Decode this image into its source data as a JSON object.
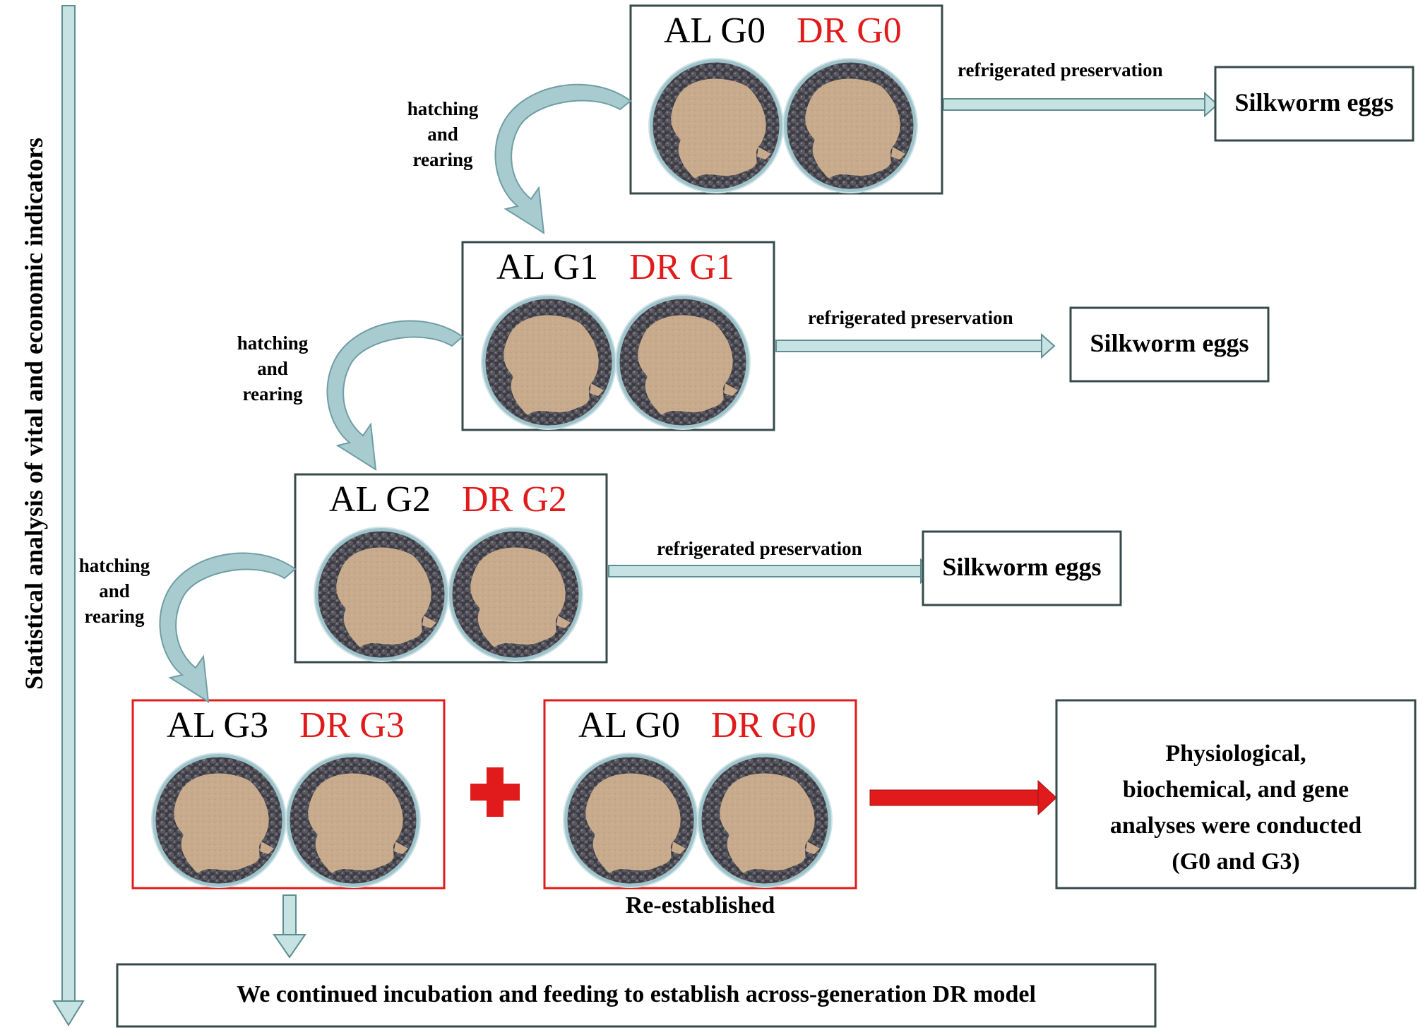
{
  "side_label": "Statistical analysis of vital and economic indicators",
  "colors": {
    "arrow_fill": "#c6e2e3",
    "arrow_stroke": "#5f8e92",
    "curved_arrow_fill": "#a8cbd0",
    "red_accent": "#e11b1b",
    "box_border": "#374a4a",
    "dish_sand": "#c5a889",
    "egg_dark": "#4a4950"
  },
  "generations": [
    {
      "al": "AL G0",
      "dr": "DR G0",
      "transfer": "hatching\nand\nrearing"
    },
    {
      "al": "AL G1",
      "dr": "DR G1",
      "transfer": "hatching\nand\nrearing"
    },
    {
      "al": "AL G2",
      "dr": "DR G2",
      "transfer": "hatching\nand\nrearing"
    },
    {
      "al": "AL G3",
      "dr": "DR G3"
    }
  ],
  "preservation_label": "refrigerated preservation",
  "silkworm_eggs_label": "Silkworm eggs",
  "reestablished": {
    "al": "AL G0",
    "dr": "DR G0",
    "caption": "Re-established"
  },
  "plus_symbol": "+",
  "analysis_text": "Physiological, biochemical, and gene analyses were conducted (G0 and G3)",
  "analysis_lines": [
    "Physiological,",
    "biochemical, and gene",
    "analyses were conducted",
    "(G0 and G3)"
  ],
  "continuation_text": "We continued incubation and feeding to establish across-generation DR model"
}
